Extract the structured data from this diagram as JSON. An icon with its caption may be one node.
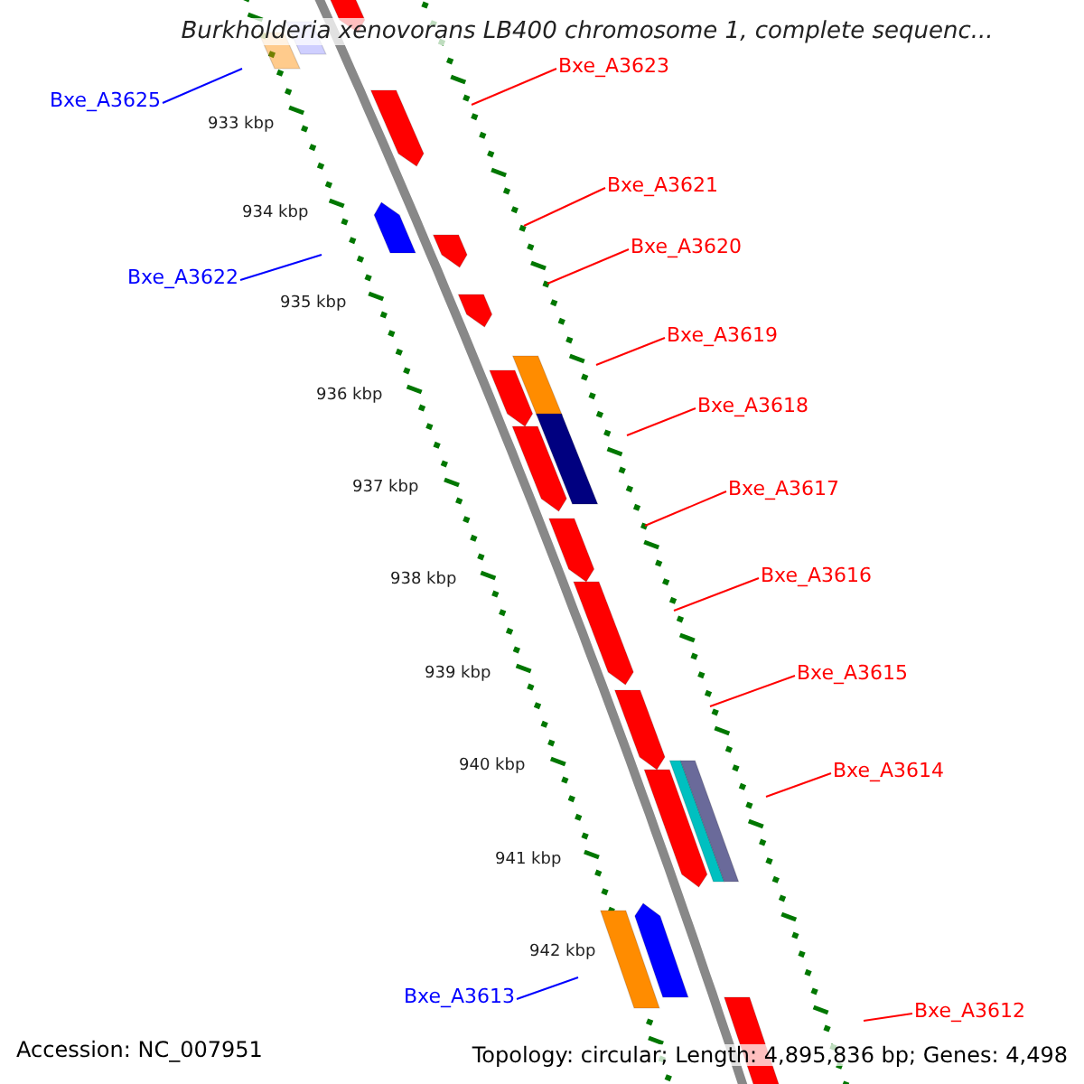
{
  "diagram": {
    "title": "Burkholderia xenovorans LB400 chromosome 1, complete sequenc...",
    "nodes": [
      {
        "text": [
          "Bxe_A3623"
        ]
      },
      {
        "text": [
          "Bxe_A3625"
        ]
      },
      {
        "text": [
          "Bxe_A3621"
        ]
      },
      {
        "text": [
          "Bxe_A3620"
        ]
      },
      {
        "text": [
          "Bxe_A3622"
        ]
      },
      {
        "text": [
          "Bxe_A3619"
        ]
      },
      {
        "text": [
          "Bxe_A3618"
        ]
      },
      {
        "text": [
          "Bxe_A3617"
        ]
      },
      {
        "text": [
          "Bxe_A3616"
        ]
      },
      {
        "text": [
          "Bxe_A3615"
        ]
      },
      {
        "text": [
          "Bxe_A3614"
        ]
      },
      {
        "text": [
          "Bxe_A3613"
        ]
      },
      {
        "text": [
          "Bxe_A3612"
        ]
      }
    ],
    "edges": [
      {
        "from": 0,
        "to": null,
        "arrow": "none"
      },
      {
        "from": 1,
        "to": null,
        "arrow": "none",
        "color": "#0000ff"
      },
      {
        "from": 2,
        "to": null,
        "arrow": "none"
      },
      {
        "from": 3,
        "to": null,
        "arrow": "none"
      },
      {
        "from": 4,
        "to": null,
        "arrow": "none",
        "color": "#0000ff"
      },
      {
        "from": 5,
        "to": null,
        "arrow": "none"
      },
      {
        "from": 6,
        "to": null,
        "arrow": "none"
      },
      {
        "from": 7,
        "to": null,
        "arrow": "none"
      },
      {
        "from": 8,
        "to": null,
        "arrow": "none"
      },
      {
        "from": 9,
        "to": null,
        "arrow": "none"
      },
      {
        "from": 10,
        "to": null,
        "arrow": "none"
      },
      {
        "from": 11,
        "to": null,
        "arrow": "none",
        "color": "#0000ff"
      },
      {
        "from": 12,
        "to": null,
        "arrow": "none"
      }
    ],
    "labels": [
      "933 kbp",
      "934 kbp",
      "935 kbp",
      "936 kbp",
      "937 kbp",
      "938 kbp",
      "939 kbp",
      "940 kbp",
      "941 kbp",
      "942 kbp",
      "Accession: NC_007951",
      "Topology: circular; Length: 4,895,836 bp; Genes: 4,498"
    ]
  }
}
